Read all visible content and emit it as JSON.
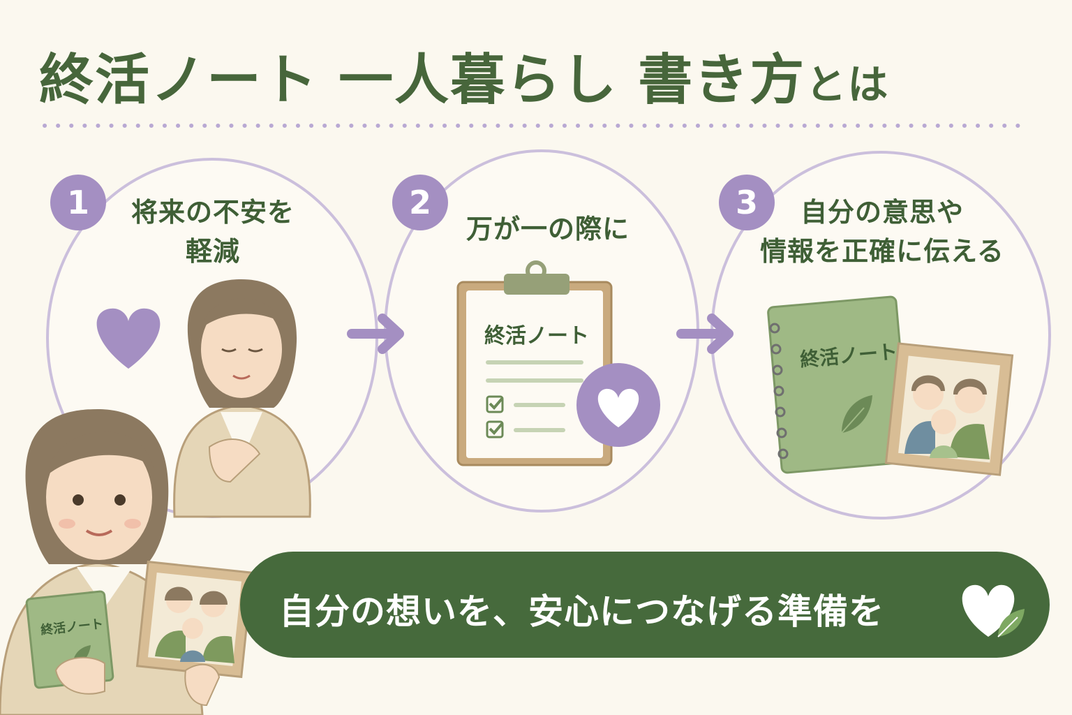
{
  "header": {
    "title_main": "終活ノート 一人暮らし 書き方",
    "title_suffix": "とは"
  },
  "steps": [
    {
      "number": "1",
      "line1": "将来の不安を",
      "line2": "軽減"
    },
    {
      "number": "2",
      "line1": "万が一の際に",
      "line2": ""
    },
    {
      "number": "3",
      "line1": "自分の意思や",
      "line2": "情報を正確に伝える"
    }
  ],
  "clipboard": {
    "label": "終活ノート"
  },
  "notebook": {
    "label": "終活ノート"
  },
  "held_notebook": {
    "label": "終活ノート"
  },
  "banner": {
    "text": "自分の想いを、安心につなげる準備を"
  },
  "colors": {
    "primary_green": "#466a3c",
    "accent_purple": "#a48fc2",
    "background": "#fbf8ef"
  },
  "icons": [
    "heart-icon",
    "arrow-right-icon",
    "checkbox-icon",
    "leaf-icon",
    "clipboard-icon",
    "notebook-icon",
    "photo-frame-icon"
  ]
}
